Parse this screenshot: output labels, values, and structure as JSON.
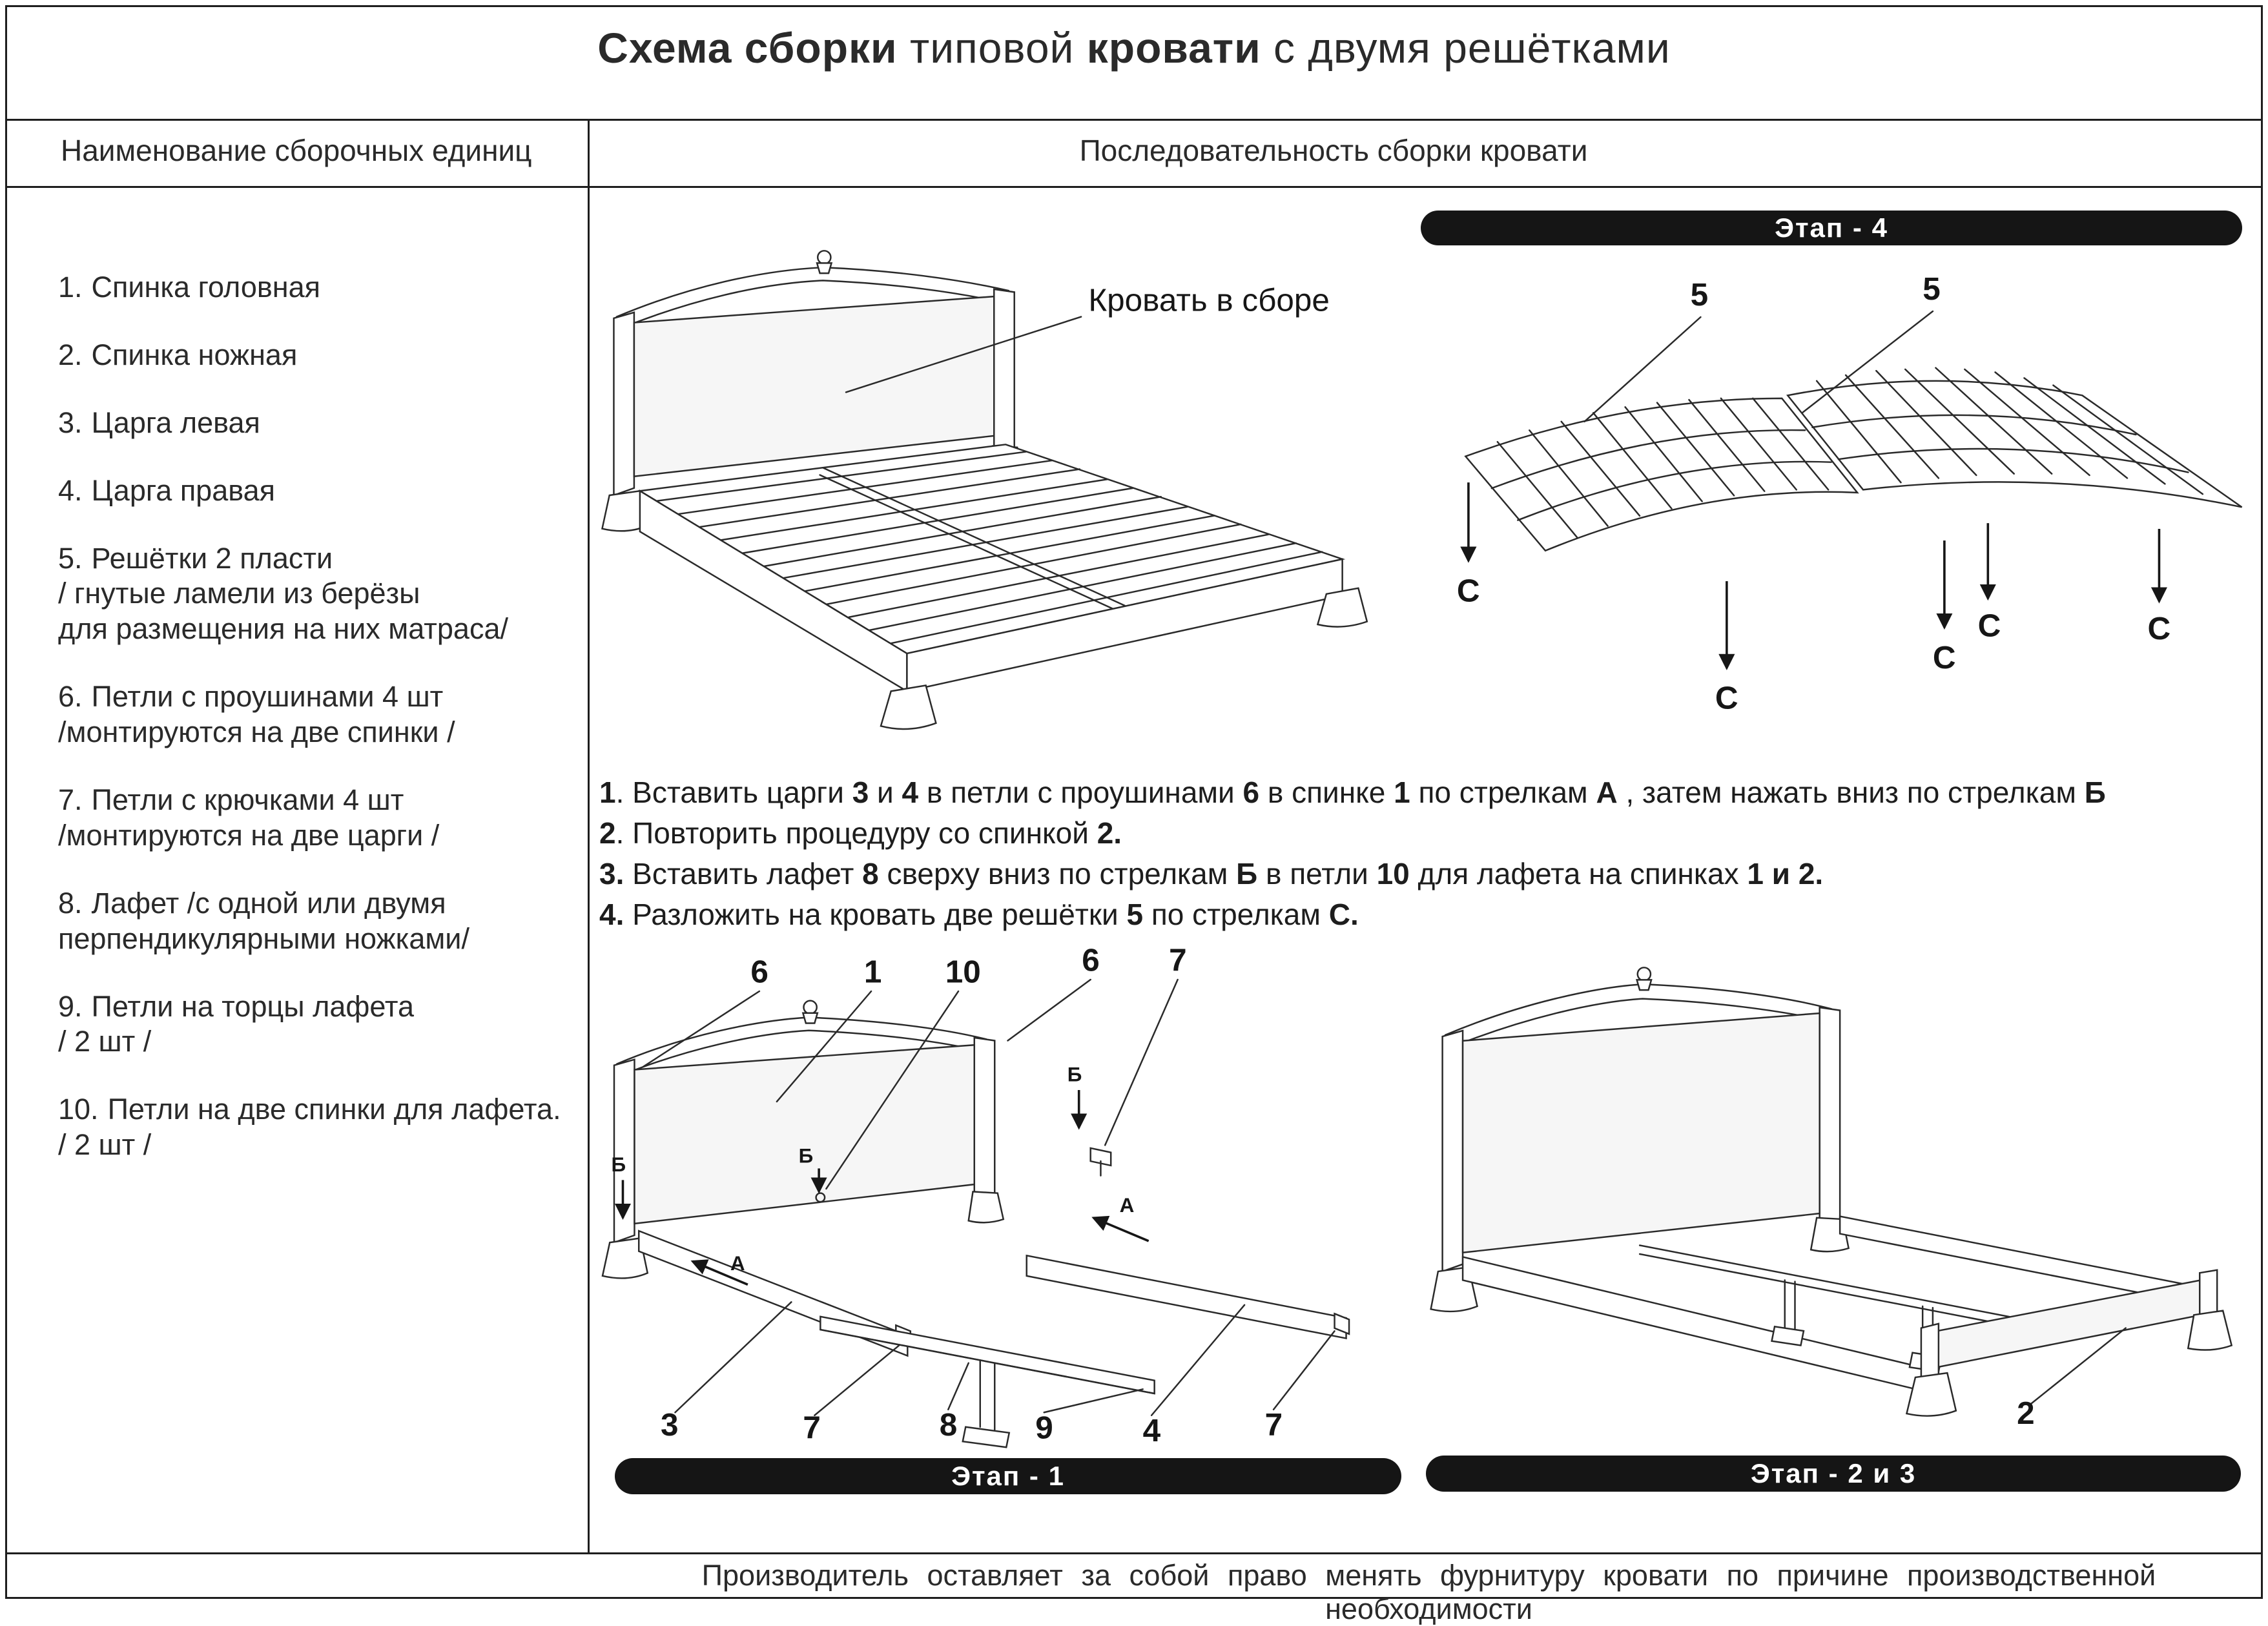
{
  "title": {
    "segments": [
      {
        "t": "Схема сборки",
        "b": true
      },
      {
        "t": " типовой ",
        "b": false
      },
      {
        "t": "кровати",
        "b": true
      },
      {
        "t": " с двумя решётками",
        "b": false
      }
    ]
  },
  "table_headers": {
    "left": "Наименование  сборочных единиц",
    "right": "Последовательность сборки кровати"
  },
  "parts_list": [
    {
      "label": "1.",
      "text": "Спинка головная"
    },
    {
      "label": "2.",
      "text": "Спинка ножная"
    },
    {
      "label": "3.",
      "text": "Царга левая"
    },
    {
      "label": "4.",
      "text": "Царга правая"
    },
    {
      "label": "5.",
      "text": "Решётки  2 пласти\n/ гнутые ламели из берёзы\nдля размещения на них матраса/"
    },
    {
      "label": "6.",
      "text": "Петли с проушинами 4 шт\n/монтируются на две спинки /"
    },
    {
      "label": "7.",
      "text": "Петли с крючками 4 шт\n/монтируются на две царги /"
    },
    {
      "label": "8.",
      "text": "Лафет /с одной или двумя\nперпендикулярными ножками/"
    },
    {
      "label": "9.",
      "text": "Петли на торцы лафета\n/ 2 шт /"
    },
    {
      "label": "10.",
      "text": "Петли на две спинки для лафета.\n/ 2 шт /"
    }
  ],
  "instructions": [
    {
      "segments": [
        {
          "t": "1",
          "b": true
        },
        {
          "t": ". Вставить царги ",
          "b": false
        },
        {
          "t": "3",
          "b": true
        },
        {
          "t": " и ",
          "b": false
        },
        {
          "t": "4",
          "b": true
        },
        {
          "t": " в петли с проушинами ",
          "b": false
        },
        {
          "t": "6",
          "b": true
        },
        {
          "t": " в спинке ",
          "b": false
        },
        {
          "t": "1",
          "b": true
        },
        {
          "t": " по стрелкам ",
          "b": false
        },
        {
          "t": "А",
          "b": true
        },
        {
          "t": " , затем нажать вниз по стрелкам ",
          "b": false
        },
        {
          "t": "Б",
          "b": true
        }
      ]
    },
    {
      "segments": [
        {
          "t": "2",
          "b": true
        },
        {
          "t": ". Повторить процедуру со спинкой ",
          "b": false
        },
        {
          "t": "2.",
          "b": true
        }
      ]
    },
    {
      "segments": [
        {
          "t": "3.",
          "b": true
        },
        {
          "t": " Вставить лафет ",
          "b": false
        },
        {
          "t": "8",
          "b": true
        },
        {
          "t": " сверху вниз по стрелкам ",
          "b": false
        },
        {
          "t": "Б",
          "b": true
        },
        {
          "t": " в петли ",
          "b": false
        },
        {
          "t": "10",
          "b": true
        },
        {
          "t": " для лафета на спинках ",
          "b": false
        },
        {
          "t": "1 и 2.",
          "b": true
        }
      ]
    },
    {
      "segments": [
        {
          "t": "4.",
          "b": true
        },
        {
          "t": " Разложить на кровать две решётки ",
          "b": false
        },
        {
          "t": "5",
          "b": true
        },
        {
          "t": "  по стрелкам ",
          "b": false
        },
        {
          "t": "С.",
          "b": true
        }
      ]
    }
  ],
  "stages": {
    "stage4_label": "Этап - 4",
    "stage1_label": "Этап - 1",
    "stage23_label": "Этап - 2 и 3"
  },
  "diagrams": {
    "assembled": {
      "caption": "Кровать в сборе"
    },
    "stage4": {
      "part5": "5",
      "arrow_c": "С"
    },
    "stage1": {
      "top_labels": [
        "6",
        "1",
        "10",
        "6",
        "7"
      ],
      "bottom_labels": [
        "3",
        "7",
        "8",
        "9",
        "4",
        "7"
      ],
      "arrow_a": "А",
      "arrow_b": "Б"
    },
    "stage23": {
      "part2": "2"
    }
  },
  "footer": "Производитель оставляет за собой право менять фурнитуру кровати по причине производственной необходимости",
  "colors": {
    "ink": "#1d1d1d",
    "bar_bg": "#151515",
    "bar_text": "#ffffff"
  }
}
